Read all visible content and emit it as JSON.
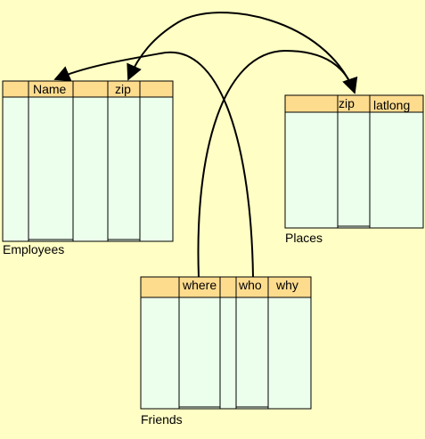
{
  "tables": {
    "employees": {
      "name": "Employees",
      "columns": [
        "",
        "Name",
        "",
        "zip",
        ""
      ]
    },
    "places": {
      "name": "Places",
      "columns": [
        "",
        "zip",
        "latlong"
      ]
    },
    "friends": {
      "name": "Friends",
      "columns": [
        "",
        "where",
        "",
        "who",
        "why"
      ]
    }
  },
  "colors": {
    "background": "#fffec4",
    "header": "#fedc8e",
    "body": "#ecffec",
    "line": "#000000"
  }
}
